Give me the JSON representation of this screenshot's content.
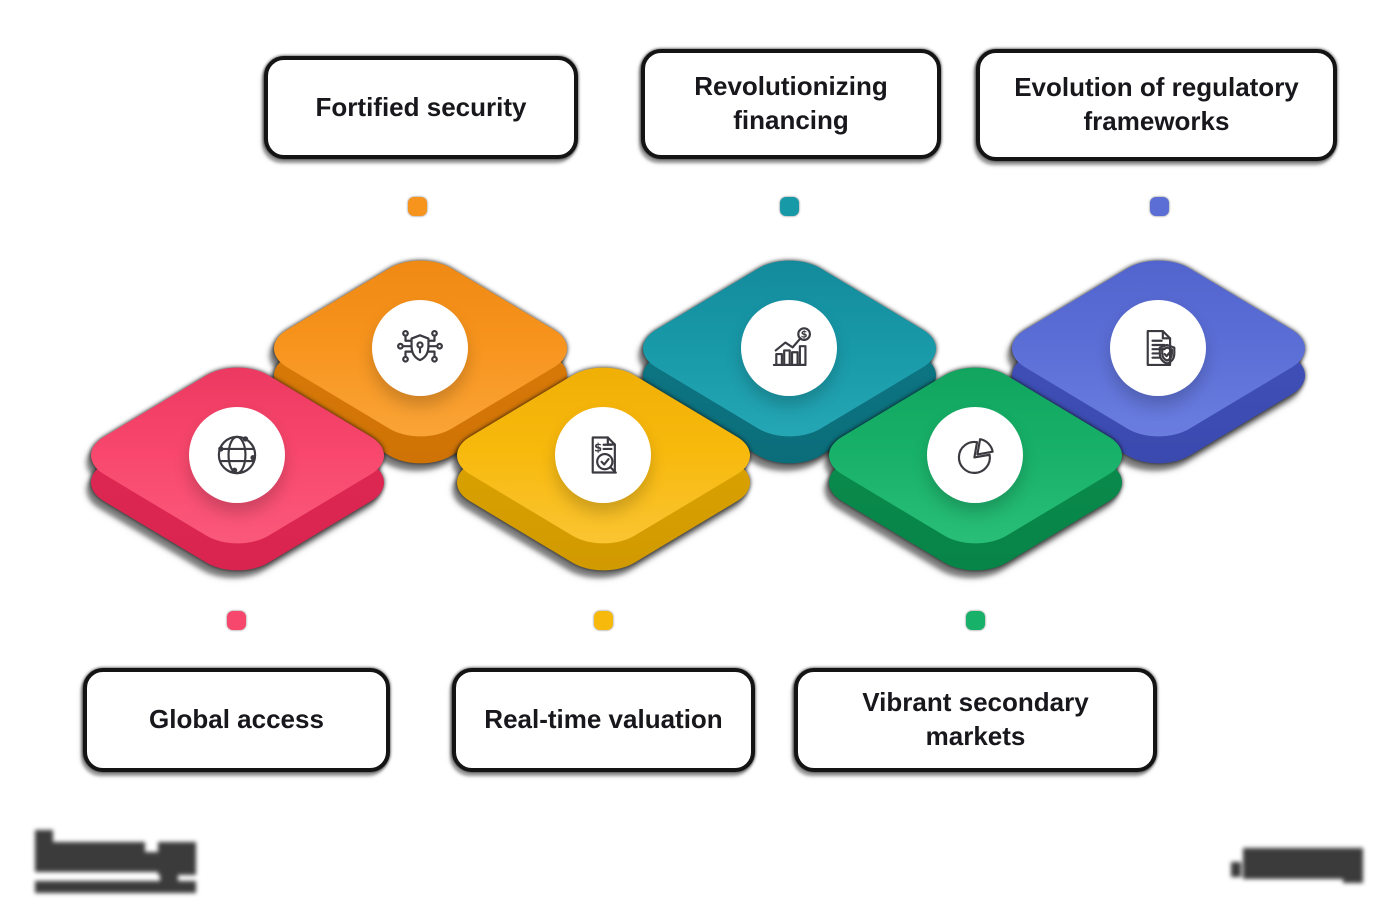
{
  "items": [
    {
      "id": "global-access",
      "label": "Global access",
      "icon": "globe-network-icon",
      "color": "#F8476C",
      "side_color": "#D92450",
      "label_position": "bottom"
    },
    {
      "id": "fortified-security",
      "label": "Fortified security",
      "icon": "shield-circuit-icon",
      "color": "#F7941E",
      "side_color": "#D97908",
      "label_position": "top"
    },
    {
      "id": "real-time-valuation",
      "label": "Real-time valuation",
      "icon": "document-dollar-magnifier-icon",
      "color": "#F8B90D",
      "side_color": "#D9A000",
      "label_position": "bottom"
    },
    {
      "id": "revolutionizing-financing",
      "label": "Revolutionizing financing",
      "icon": "growth-chart-dollar-icon",
      "color": "#1899A8",
      "side_color": "#0D7482",
      "label_position": "top"
    },
    {
      "id": "vibrant-secondary-markets",
      "label": "Vibrant secondary markets",
      "icon": "pie-chart-icon",
      "color": "#18B169",
      "side_color": "#0A8A4E",
      "label_position": "bottom"
    },
    {
      "id": "evolution-of-regulatory-frameworks",
      "label": "Evolution of regulatory frameworks",
      "icon": "document-shield-check-icon",
      "color": "#5B6ED6",
      "side_color": "#4150B8",
      "label_position": "top"
    }
  ],
  "branding": {
    "left_logo": "blurred illegible logo",
    "right_logo": "blurred illegible logo"
  }
}
